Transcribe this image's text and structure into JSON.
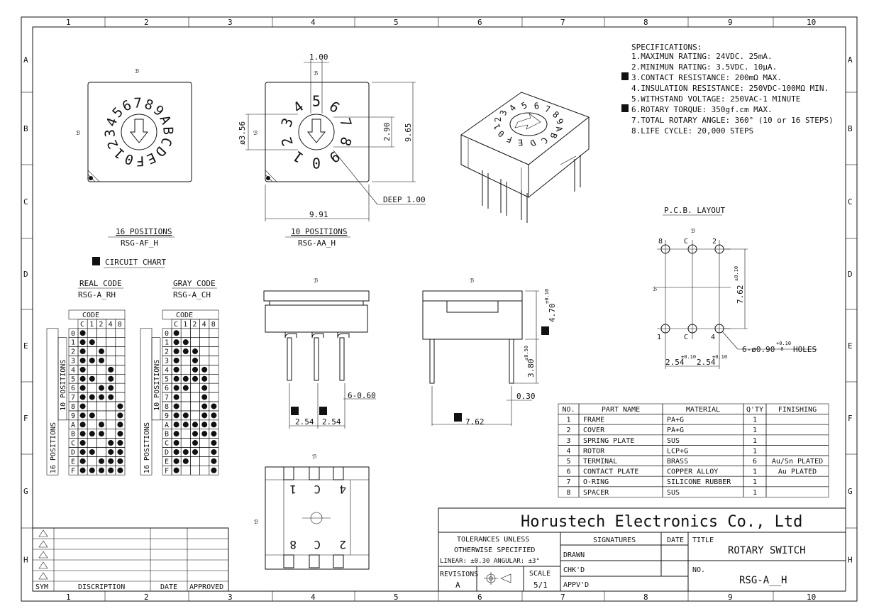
{
  "border": {
    "top_cols": [
      "1",
      "2",
      "3",
      "4",
      "5",
      "6",
      "7",
      "8",
      "9",
      "10"
    ],
    "bottom_cols": [
      "1",
      "2",
      "3",
      "4",
      "5",
      "6",
      "7",
      "8",
      "9",
      "10"
    ],
    "rows": [
      "A",
      "B",
      "C",
      "D",
      "E",
      "F",
      "G",
      "H"
    ]
  },
  "views": {
    "pos16_title": "16 POSITIONS",
    "pos16_model": "RSG-AF_H",
    "pos10_title": "10 POSITIONS",
    "pos10_model": "RSG-AA_H",
    "dial16_chars": [
      "0",
      "1",
      "2",
      "3",
      "4",
      "5",
      "6",
      "7",
      "8",
      "9",
      "A",
      "B",
      "C",
      "D",
      "E",
      "F"
    ],
    "dial10_chars": [
      "0",
      "1",
      "2",
      "3",
      "4",
      "5",
      "6",
      "7",
      "8",
      "9"
    ],
    "dim_100": "1.00",
    "dim_356": "ø3.56",
    "dim_290": "2.90",
    "dim_965": "9.65",
    "dim_991": "9.91",
    "deep": "DEEP 1.00",
    "side_254a": "2.54",
    "side_254b": "2.54",
    "side_060": "6-0.60",
    "side_030": "0.30",
    "side_762": "7.62",
    "side_470": "4.70",
    "side_470_tol": "±0.10",
    "side_380": "3.80",
    "side_380_tol": "±0.50",
    "bottom_c_top": "C",
    "bottom_c_bot": "C",
    "bottom_1": "1",
    "bottom_4": "4",
    "bottom_8": "8",
    "bottom_2": "2",
    "mark": "ℬ"
  },
  "circuit": {
    "title": "CIRCUIT CHART",
    "real_title": "REAL CODE",
    "real_model": "RSG-A_RH",
    "gray_title": "GRAY CODE",
    "gray_model": "RSG-A_CH",
    "code_label": "CODE",
    "code_cols": [
      "C",
      "1",
      "2",
      "4",
      "8"
    ],
    "group10": "10 POSITIONS",
    "group16": "16 POSITIONS",
    "row_labels": [
      "0",
      "1",
      "2",
      "3",
      "4",
      "5",
      "6",
      "7",
      "8",
      "9",
      "A",
      "B",
      "C",
      "D",
      "E",
      "F"
    ],
    "real": [
      [
        1,
        0,
        0,
        0,
        0
      ],
      [
        1,
        1,
        0,
        0,
        0
      ],
      [
        1,
        0,
        1,
        0,
        0
      ],
      [
        1,
        1,
        1,
        0,
        0
      ],
      [
        1,
        0,
        0,
        1,
        0
      ],
      [
        1,
        1,
        0,
        1,
        0
      ],
      [
        1,
        0,
        1,
        1,
        0
      ],
      [
        1,
        1,
        1,
        1,
        0
      ],
      [
        1,
        0,
        0,
        0,
        1
      ],
      [
        1,
        1,
        0,
        0,
        1
      ],
      [
        1,
        0,
        1,
        0,
        1
      ],
      [
        1,
        1,
        1,
        0,
        1
      ],
      [
        1,
        0,
        0,
        1,
        1
      ],
      [
        1,
        1,
        0,
        1,
        1
      ],
      [
        1,
        0,
        1,
        1,
        1
      ],
      [
        1,
        1,
        1,
        1,
        1
      ]
    ],
    "gray": [
      [
        1,
        0,
        0,
        0,
        0
      ],
      [
        1,
        1,
        0,
        0,
        0
      ],
      [
        1,
        1,
        1,
        0,
        0
      ],
      [
        1,
        0,
        1,
        0,
        0
      ],
      [
        1,
        0,
        1,
        1,
        0
      ],
      [
        1,
        1,
        1,
        1,
        0
      ],
      [
        1,
        1,
        0,
        1,
        0
      ],
      [
        1,
        0,
        0,
        1,
        0
      ],
      [
        1,
        0,
        0,
        1,
        1
      ],
      [
        1,
        1,
        0,
        1,
        1
      ],
      [
        1,
        1,
        1,
        1,
        1
      ],
      [
        1,
        0,
        1,
        1,
        1
      ],
      [
        1,
        0,
        1,
        0,
        1
      ],
      [
        1,
        1,
        1,
        0,
        1
      ],
      [
        1,
        1,
        0,
        0,
        1
      ],
      [
        1,
        0,
        0,
        0,
        1
      ]
    ]
  },
  "specs": {
    "title": "SPECIFICATIONS:",
    "lines": [
      "1.MAXIMUN RATING: 24VDC. 25mA.",
      "2.MINIMUN RATING: 3.5VDC. 10μA.",
      "3.CONTACT RESISTANCE: 200mΩ MAX.",
      "4.INSULATION RESISTANCE: 250VDC-100MΩ MIN.",
      "5.WITHSTAND VOLTAGE: 250VAC-1 MINUTE",
      "6.ROTARY TORQUE: 350gf.cm MAX.",
      "7.TOTAL ROTARY ANGLE: 360° (10 or 16 STEPS)",
      "8.LIFE CYCLE: 20,000 STEPS"
    ]
  },
  "pcb": {
    "title": "P.C.B. LAYOUT",
    "top_labels": [
      "8",
      "C",
      "2"
    ],
    "bottom_labels": [
      "1",
      "C",
      "4"
    ],
    "dim_762": "7.62",
    "dim_762_tol": "±0.10",
    "dim_254a": "2.54",
    "dim_254b": "2.54",
    "dim_254_tol": "±0.10",
    "holes": "6-ø0.90",
    "holes_tol_up": "+0.10",
    "holes_tol_dn": "-0",
    "holes_suffix": "HOLES"
  },
  "bom": {
    "headers": [
      "NO.",
      "PART NAME",
      "MATERIAL",
      "Q'TY",
      "FINISHING"
    ],
    "rows": [
      [
        "1",
        "FRAME",
        "PA+G",
        "1",
        ""
      ],
      [
        "2",
        "COVER",
        "PA+G",
        "1",
        ""
      ],
      [
        "3",
        "SPRING PLATE",
        "SUS",
        "1",
        ""
      ],
      [
        "4",
        "ROTOR",
        "LCP+G",
        "1",
        ""
      ],
      [
        "5",
        "TERMINAL",
        "BRASS",
        "6",
        "Au/Sn PLATED"
      ],
      [
        "6",
        "CONTACT PLATE",
        "COPPER ALLOY",
        "1",
        "Au PLATED"
      ],
      [
        "7",
        "O-RING",
        "SILICONE RUBBER",
        "1",
        ""
      ],
      [
        "8",
        "SPACER",
        "SUS",
        "1",
        ""
      ]
    ]
  },
  "titleblock": {
    "company": "Horustech Electronics Co., Ltd",
    "tol1": "TOLERANCES UNLESS",
    "tol2": "OTHERWISE SPECIFIED",
    "tol3": "LINEAR: ±0.30 ANGULAR: ±3°",
    "signatures": "SIGNATURES",
    "date": "DATE",
    "title_label": "TITLE",
    "title": "ROTARY SWITCH",
    "drawn": "DRAWN",
    "chkd": "CHK'D",
    "appvd": "APPV'D",
    "no_label": "NO.",
    "no": "RSG-A__H",
    "revisions": "REVISIONS",
    "rev": "A",
    "scale_label": "SCALE",
    "scale": "5/1"
  },
  "revblock": {
    "sym": "SYM",
    "description": "DISCRIPTION",
    "date": "DATE",
    "approved": "APPROVED"
  }
}
